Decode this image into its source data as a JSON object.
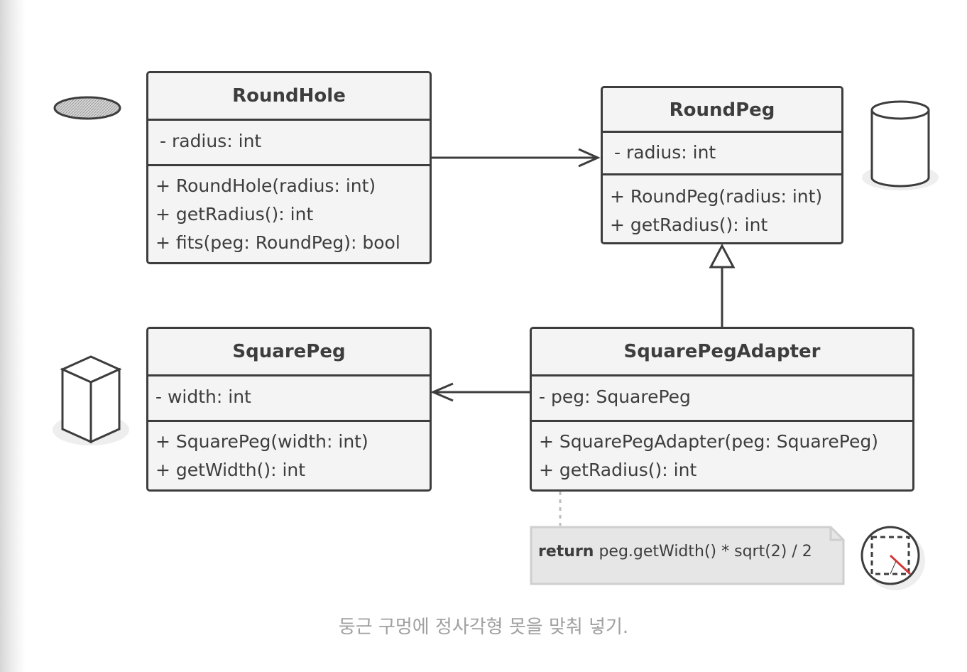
{
  "classes": {
    "round_hole": {
      "name": "RoundHole",
      "fields": [
        "- radius: int"
      ],
      "methods": [
        "+ RoundHole(radius: int)",
        "+ getRadius(): int",
        "+ fits(peg: RoundPeg): bool"
      ]
    },
    "round_peg": {
      "name": "RoundPeg",
      "fields": [
        "- radius: int"
      ],
      "methods": [
        "+ RoundPeg(radius: int)",
        "+ getRadius(): int"
      ]
    },
    "square_peg": {
      "name": "SquarePeg",
      "fields": [
        "- width: int"
      ],
      "methods": [
        "+ SquarePeg(width: int)",
        "+ getWidth(): int"
      ]
    },
    "square_peg_adapter": {
      "name": "SquarePegAdapter",
      "fields": [
        "- peg: SquarePeg"
      ],
      "methods": [
        "+ SquarePegAdapter(peg: SquarePeg)",
        "+ getRadius(): int"
      ]
    }
  },
  "note": {
    "keyword": "return",
    "expression": "peg.getWidth() * sqrt(2) / 2"
  },
  "caption": "둥근 구멍에 정사각형 못을 맞춰 넣기.",
  "colors": {
    "stroke": "#3d3d3d",
    "box_fill": "#f4f4f4",
    "note_fill": "#e6e6e6",
    "caption": "#a0a0a0",
    "accent": "#d23a3a"
  }
}
